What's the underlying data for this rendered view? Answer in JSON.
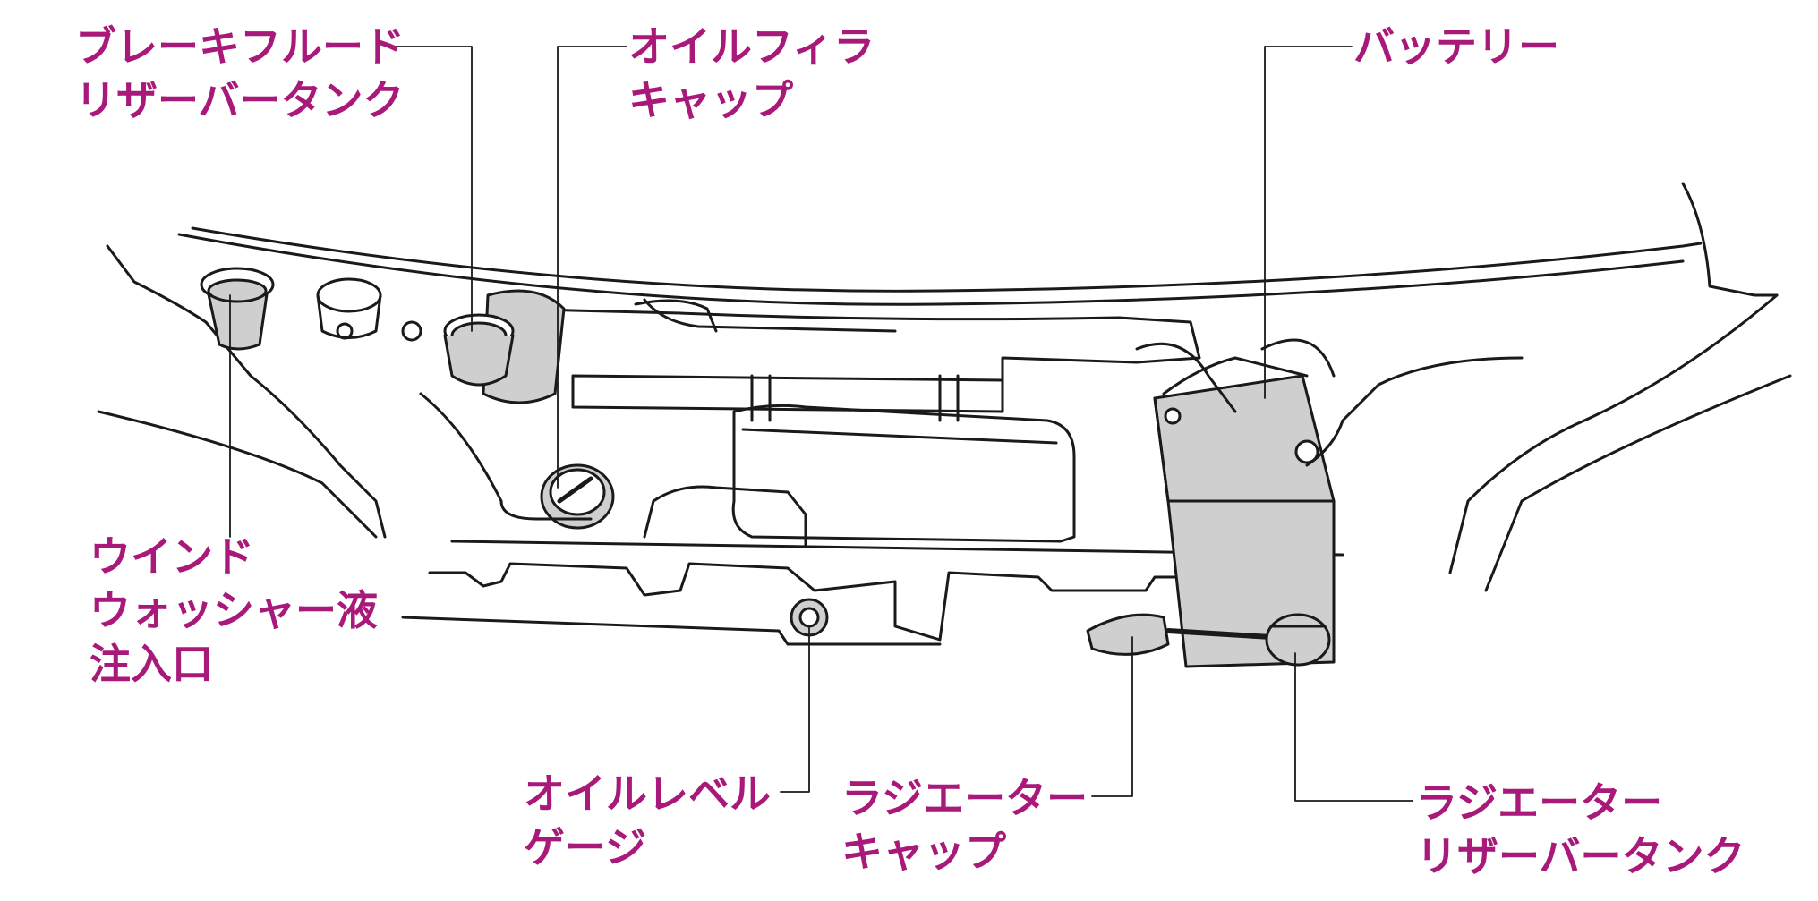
{
  "accent_color": "#a8197a",
  "line_color": "#1a1a1a",
  "fill_gray": "#cfcfcf",
  "callouts": {
    "brake_tank": {
      "lines": [
        "ブレーキフルード",
        "リザーバータンク"
      ]
    },
    "oil_filler": {
      "lines": [
        "オイルフィラ",
        "キャップ"
      ]
    },
    "battery": {
      "lines": [
        "バッテリー"
      ]
    },
    "washer": {
      "lines": [
        "ウインド",
        "ウォッシャー液",
        "注入口"
      ]
    },
    "oil_level": {
      "lines": [
        "オイルレベル",
        "ゲージ"
      ]
    },
    "radiator_cap": {
      "lines": [
        "ラジエーター",
        "キャップ"
      ]
    },
    "radiator_tank": {
      "lines": [
        "ラジエーター",
        "リザーバータンク"
      ]
    }
  }
}
